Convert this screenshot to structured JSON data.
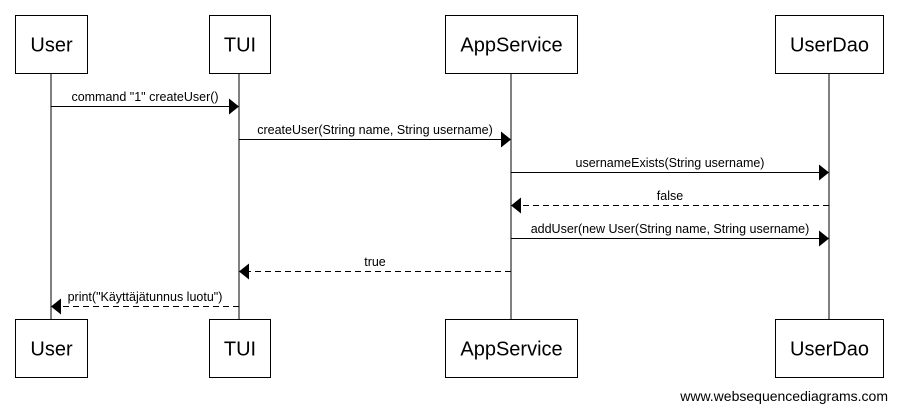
{
  "participants": [
    {
      "id": "user",
      "label": "User"
    },
    {
      "id": "tui",
      "label": "TUI"
    },
    {
      "id": "appservice",
      "label": "AppService"
    },
    {
      "id": "userdao",
      "label": "UserDao"
    }
  ],
  "messages": [
    {
      "from": "user",
      "to": "tui",
      "label": "command \"1\" createUser()",
      "style": "solid"
    },
    {
      "from": "tui",
      "to": "appservice",
      "label": "createUser(String name, String username)",
      "style": "solid"
    },
    {
      "from": "appservice",
      "to": "userdao",
      "label": "usernameExists(String username)",
      "style": "solid"
    },
    {
      "from": "userdao",
      "to": "appservice",
      "label": "false",
      "style": "dashed"
    },
    {
      "from": "appservice",
      "to": "userdao",
      "label": "addUser(new User(String name, String username)",
      "style": "solid"
    },
    {
      "from": "appservice",
      "to": "tui",
      "label": "true",
      "style": "dashed"
    },
    {
      "from": "tui",
      "to": "user",
      "label": "print(\"Käyttäjätunnus luotu\")",
      "style": "dashed"
    }
  ],
  "watermark": "www.websequencediagrams.com"
}
